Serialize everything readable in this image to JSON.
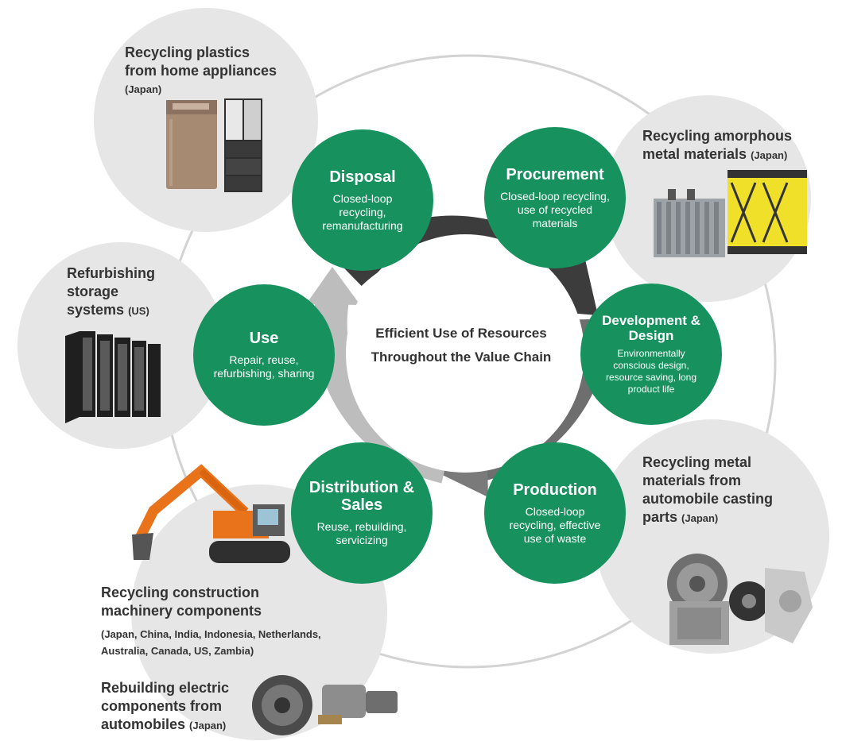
{
  "center": {
    "line1": "Efficient Use of Resources",
    "line2": "Throughout the Value Chain"
  },
  "stages": {
    "disposal": {
      "title": "Disposal",
      "desc1": "Closed-loop",
      "desc2": "recycling,",
      "desc3": "remanufacturing"
    },
    "procurement": {
      "title": "Procurement",
      "desc1": "Closed-loop recycling,",
      "desc2": "use of recycled",
      "desc3": "materials"
    },
    "development": {
      "title1": "Development &",
      "title2": "Design",
      "desc1": "Environmentally",
      "desc2": "conscious design,",
      "desc3": "resource saving, long",
      "desc4": "product life"
    },
    "production": {
      "title": "Production",
      "desc1": "Closed-loop",
      "desc2": "recycling, effective",
      "desc3": "use of waste"
    },
    "distribution": {
      "title1": "Distribution &",
      "title2": "Sales",
      "desc1": "Reuse, rebuilding,",
      "desc2": "servicizing"
    },
    "use": {
      "title": "Use",
      "desc1": "Repair, reuse,",
      "desc2": "refurbishing, sharing"
    }
  },
  "examples": {
    "plastics": {
      "line1": "Recycling plastics",
      "line2": "from home appliances",
      "region": "(Japan)"
    },
    "amorphous": {
      "line1": "Recycling amorphous",
      "line2": "metal materials",
      "region": "(Japan)"
    },
    "storage": {
      "line1": "Refurbishing",
      "line2": "storage",
      "line3": "systems",
      "region": "(US)"
    },
    "casting": {
      "line1": "Recycling metal",
      "line2": "materials from",
      "line3": "automobile casting",
      "line4": "parts",
      "region": "(Japan)"
    },
    "construction": {
      "line1": "Recycling construction",
      "line2": "machinery components",
      "region1": "(Japan, China, India, Indonesia, Netherlands,",
      "region2": "Australia, Canada, US, Zambia)"
    },
    "electric": {
      "line1": "Rebuilding electric",
      "line2": "components from",
      "line3": "automobiles",
      "region": "(Japan)"
    }
  },
  "colors": {
    "green": "#17925f",
    "gray_circle": "#e6e6e6",
    "ring_line": "#d3d3d3",
    "arrow_dark": "#3c3c3c",
    "arrow_light": "#bdbdbd",
    "text": "#333333"
  }
}
